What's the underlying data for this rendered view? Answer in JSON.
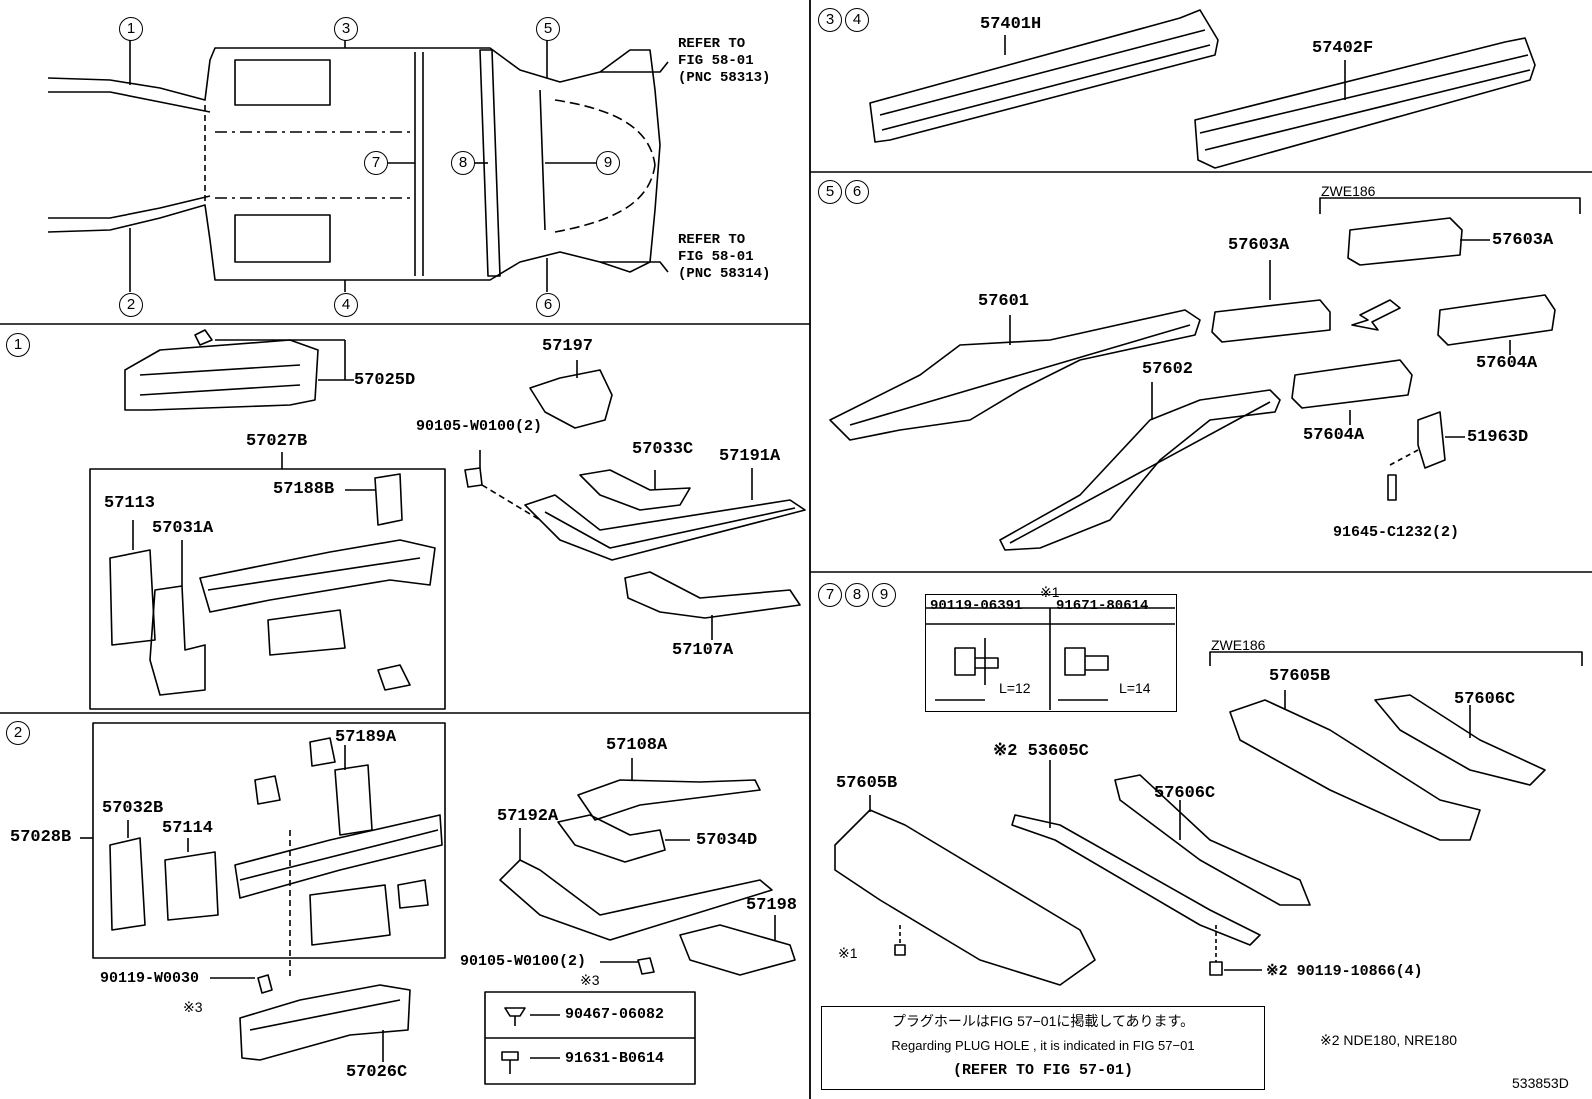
{
  "overview": {
    "markers": [
      "1",
      "3",
      "5",
      "2",
      "4",
      "6",
      "7",
      "8",
      "9"
    ],
    "refer_top": "REFER TO\nFIG 58-01\n(PNC 58313)",
    "refer_bottom": "REFER TO\nFIG 58-01\n(PNC 58314)"
  },
  "section_1": {
    "markers": [
      "1"
    ],
    "parts": {
      "p57025D": "57025D",
      "p57197": "57197",
      "p57027B": "57027B",
      "p57188B": "57188B",
      "p57113": "57113",
      "p57031A": "57031A",
      "p90105": "90105-W0100(2)",
      "p57033C": "57033C",
      "p57191A": "57191A",
      "p57107A": "57107A"
    }
  },
  "section_2": {
    "markers": [
      "2"
    ],
    "parts": {
      "p57189A": "57189A",
      "p57032B": "57032B",
      "p57114": "57114",
      "p57028B": "57028B",
      "p90119": "90119-W0030",
      "mark3a": "※3",
      "p57026C": "57026C",
      "p57108A": "57108A",
      "p57192A": "57192A",
      "p57034D": "57034D",
      "p57198": "57198",
      "p90105": "90105-W0100(2)",
      "mark3b": "※3",
      "p90467": "90467-06082",
      "p91631": "91631-B0614"
    }
  },
  "section_34": {
    "markers": [
      "3",
      "4"
    ],
    "parts": {
      "p57401H": "57401H",
      "p57402F": "57402F"
    }
  },
  "section_56": {
    "markers": [
      "5",
      "6"
    ],
    "variant": "ZWE186",
    "parts": {
      "p57603A_a": "57603A",
      "p57603A_b": "57603A",
      "p57601": "57601",
      "p57602": "57602",
      "p57604A_a": "57604A",
      "p57604A_b": "57604A",
      "p51963D": "51963D",
      "p91645": "91645-C1232(2)"
    }
  },
  "section_789": {
    "markers": [
      "7",
      "8",
      "9"
    ],
    "variant": "ZWE186",
    "legend_mark": "※1",
    "legend": [
      {
        "part": "90119-06391",
        "length": "L=12"
      },
      {
        "part": "91671-80614",
        "length": "L=14"
      }
    ],
    "parts": {
      "p57605B_a": "57605B",
      "p57606C_a": "57606C",
      "p53605C": "※2 53605C",
      "p57605B_b": "57605B",
      "p57606C_b": "57606C",
      "mark1": "※1",
      "p90119": "※2 90119-10866(4)"
    },
    "note_jp": "プラグホールはFIG 57−01に掲載してあります。",
    "note_en": "Regarding PLUG HOLE , it is indicated in FIG 57−01",
    "note_refer": "(REFER TO FIG 57-01)",
    "footnote": "※2 NDE180, NRE180",
    "diagram_id": "533853D"
  }
}
